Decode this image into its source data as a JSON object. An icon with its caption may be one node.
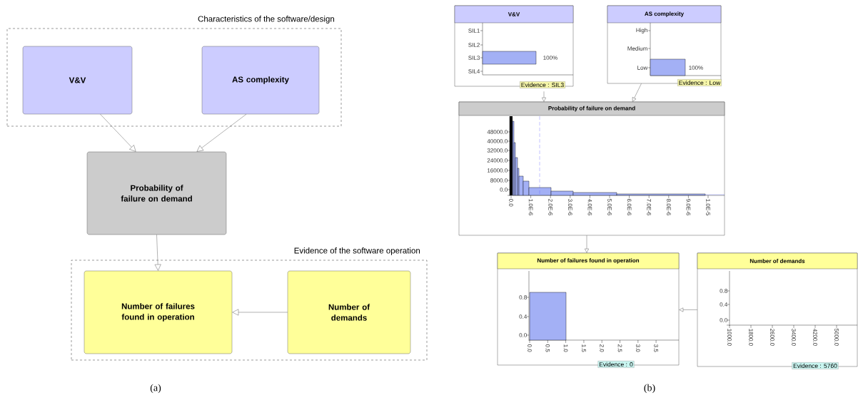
{
  "diagram": {
    "nodes": [
      {
        "text": [
          "Characteristics of the software/design"
        ]
      },
      {
        "text": [
          "V&V"
        ],
        "in": 0
      },
      {
        "text": [
          "AS complexity"
        ],
        "in": 0
      },
      {
        "text": [
          "Probability of failure on demand"
        ]
      },
      {
        "text": [
          "Evidence of the software operation"
        ]
      },
      {
        "text": [
          "Number of failures found in operation"
        ],
        "in": 4
      },
      {
        "text": [
          "Number of demands"
        ],
        "in": 4
      },
      {
        "text": [
          "V&V",
          "SIL1",
          "SIL2",
          "SIL3",
          "SIL4",
          "100%",
          "Evidence : SIL3"
        ]
      },
      {
        "text": [
          "AS complexity",
          "High",
          "Medium",
          "Low",
          "100%",
          "Evidence : Low"
        ]
      },
      {
        "text": [
          "Probability of failure on demand",
          "48000.0",
          "40000.0",
          "32000.0",
          "24000.0",
          "16000.0",
          "8000.0",
          "0.0",
          "0.0",
          "1.0E-6",
          "2.0E-6",
          "3.0E-6",
          "4.0E-6",
          "5.0E-6",
          "6.0E-6",
          "7.0E-6",
          "8.0E-6",
          "9.0E-6",
          "1.0E-5"
        ]
      },
      {
        "text": [
          "Number of failures found in operation",
          "0.8",
          "0.4",
          "0.0",
          "0.0",
          "0.5",
          "1.0",
          "1.5",
          "2.0",
          "2.5",
          "3.0",
          "3.5",
          "Evidence : 0"
        ]
      },
      {
        "text": [
          "Number of demands",
          "0.8",
          "0.4",
          "0.0",
          "1000.0",
          "1800.0",
          "2600.0",
          "3400.0",
          "4200.0",
          "5000.0",
          "Evidence : 5760"
        ]
      }
    ],
    "edges": [
      {
        "from": 1,
        "to": 3,
        "arrow": "to"
      },
      {
        "from": 2,
        "to": 3,
        "arrow": "to"
      },
      {
        "from": 3,
        "to": 5,
        "arrow": "to"
      },
      {
        "from": 6,
        "to": 5,
        "arrow": "to"
      },
      {
        "from": 7,
        "to": 9,
        "arrow": "to"
      },
      {
        "from": 8,
        "to": 9,
        "arrow": "to"
      },
      {
        "from": 9,
        "to": 10,
        "arrow": "to"
      },
      {
        "from": 11,
        "to": 10,
        "arrow": "to"
      }
    ],
    "labels": [
      "(a)",
      "(b)"
    ]
  }
}
